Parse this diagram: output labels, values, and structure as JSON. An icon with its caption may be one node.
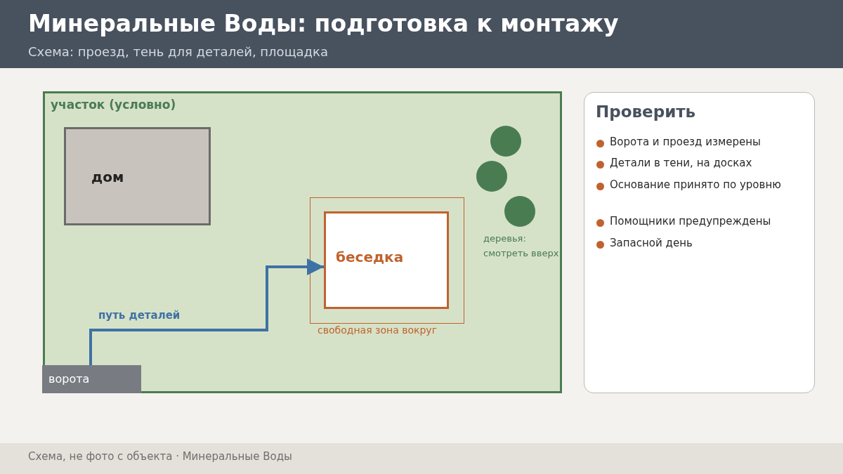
{
  "diagram": {
    "title": "Минеральные Воды: подготовка к монтажу",
    "caption": "Схема, не фото с объекта · Минеральные Воды",
    "nodes": [
      {
        "text": [
          "участок (условно)"
        ]
      },
      {
        "text": [
          "дом"
        ],
        "in": 0
      },
      {
        "text": [
          "свободная зона вокруг"
        ],
        "in": 0
      },
      {
        "text": [
          "беседка"
        ],
        "in": 2
      },
      {
        "text": [
          "ворота"
        ],
        "in": 0
      },
      {
        "text": [
          "Проверить",
          "Ворота и проезд измерены",
          "Детали в тени, на досках",
          "Основание принято по уровню",
          "Помощники предупреждены",
          "Запасной день"
        ]
      }
    ],
    "edges": [
      {
        "from": 4,
        "to": 3,
        "arrow": "to",
        "label": "путь деталей"
      }
    ],
    "labels": [
      "Схема: проезд, тень для деталей, площадка",
      "деревья: смотреть вверх"
    ]
  }
}
